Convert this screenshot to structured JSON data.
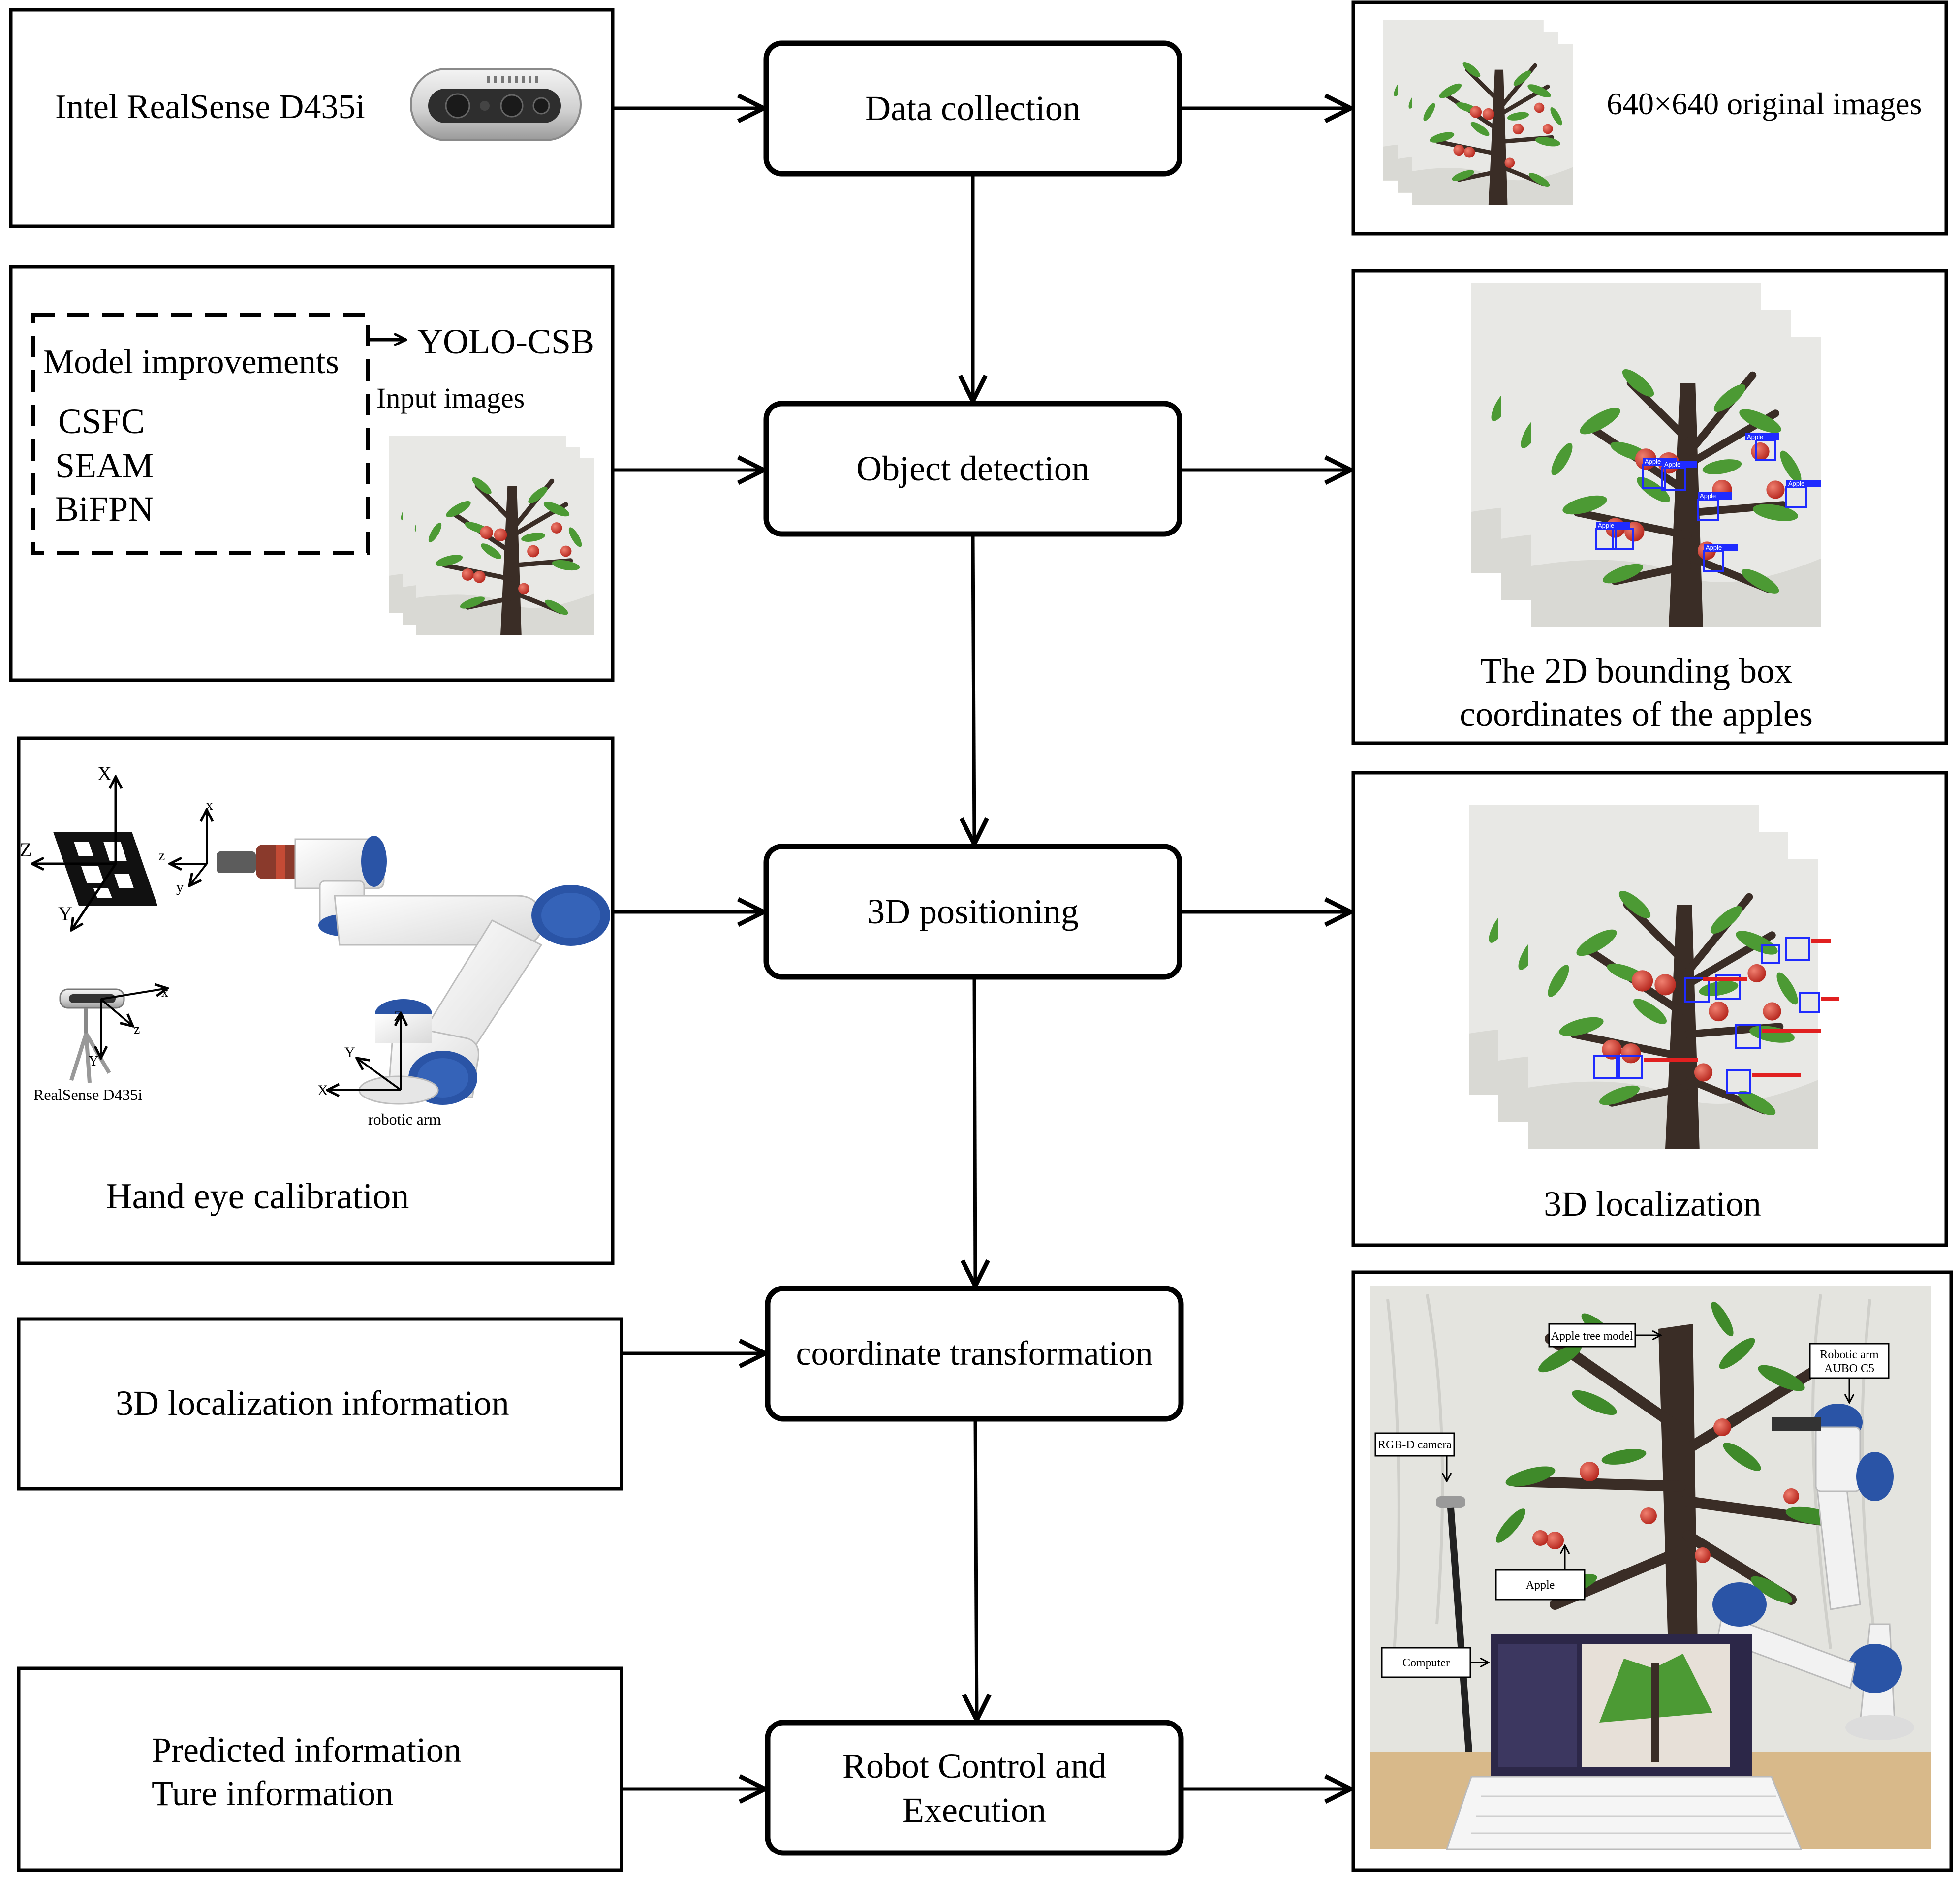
{
  "process": {
    "data_collection": "Data collection",
    "object_detection": "Object detection",
    "positioning": "3D positioning",
    "transformation": "coordinate transformation",
    "robot_line1": "Robot Control and",
    "robot_line2": "Execution"
  },
  "left": {
    "camera_label": "Intel RealSense D435i",
    "model_improvements": "Model improvements",
    "yolo": "YOLO-CSB",
    "input_images": "Input images",
    "improvements": [
      "CSFC",
      "SEAM",
      "BiFPN"
    ],
    "hand_eye": "Hand eye calibration",
    "realsense_small": "RealSense D435i",
    "robotic_arm_small": "robotic arm",
    "axis_x": "X",
    "axis_y": "Y",
    "axis_z": "Z",
    "axis_x_lower": "x",
    "axis_y_lower": "y",
    "axis_z_lower": "z",
    "localization_info": "3D localization information",
    "predicted": "Predicted information",
    "true_info": "Ture information"
  },
  "right": {
    "original_images": "640×640 original images",
    "bbox_line1": "The 2D bounding box",
    "bbox_line2": "coordinates of the apples",
    "localization": "3D localization",
    "detect_label": "Apple",
    "photo_apple_tree": "Apple tree model",
    "photo_robotic_arm_1": "Robotic arm",
    "photo_robotic_arm_2": "AUBO C5",
    "photo_rgbd": "RGB-D camera",
    "photo_apple": "Apple",
    "photo_computer": "Computer"
  },
  "colors": {
    "line": "#000000",
    "box_blue": "#1f2bff",
    "apple_red": "#d0362c",
    "leaf_green": "#3f8a2a",
    "trunk": "#3a2d26",
    "backdrop": "#e9e9e6",
    "arm_white": "#f2f2f2",
    "arm_blue": "#2a54a6"
  },
  "icons": [
    "camera-icon",
    "arrow-icon",
    "robot-arm-icon",
    "apple-tree-icon",
    "aruco-marker-icon",
    "tripod-icon"
  ]
}
